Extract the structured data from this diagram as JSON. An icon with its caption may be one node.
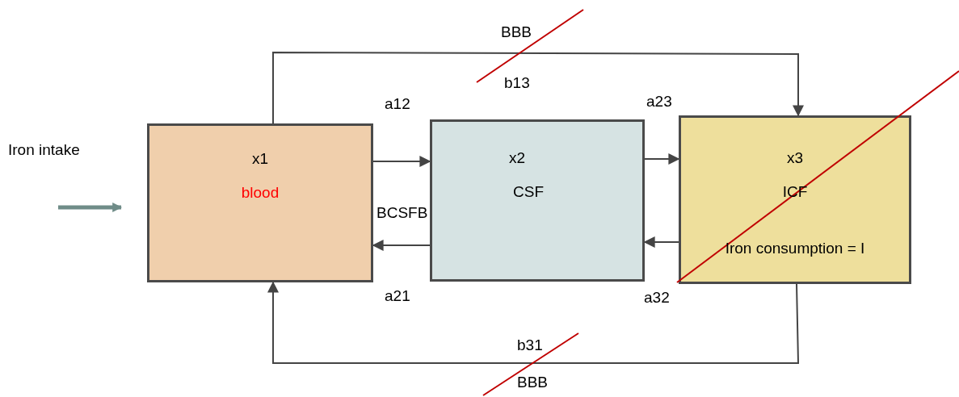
{
  "diagram": {
    "nodes": [
      {
        "text": [
          "x1",
          "blood"
        ]
      },
      {
        "text": [
          "x2",
          "CSF"
        ]
      },
      {
        "text": [
          "x3",
          "ICF",
          "Iron consumption = I"
        ]
      }
    ],
    "edges": [
      {
        "from": null,
        "to": 0,
        "arrow": "to",
        "style": "thick",
        "color": "#6f8c88"
      },
      {
        "from": 0,
        "to": 1,
        "arrow": "to"
      },
      {
        "from": 1,
        "to": 0,
        "arrow": "to"
      },
      {
        "from": 1,
        "to": 2,
        "arrow": "to"
      },
      {
        "from": 2,
        "to": 1,
        "arrow": "to"
      },
      {
        "from": 0,
        "to": 2,
        "arrow": "to"
      },
      {
        "from": 2,
        "to": 0,
        "arrow": "to"
      }
    ],
    "labels": [
      "Iron intake",
      "BBB",
      "b13",
      "a12",
      "a23",
      "BCSFB",
      "a21",
      "a32",
      "b31",
      "BBB"
    ]
  }
}
